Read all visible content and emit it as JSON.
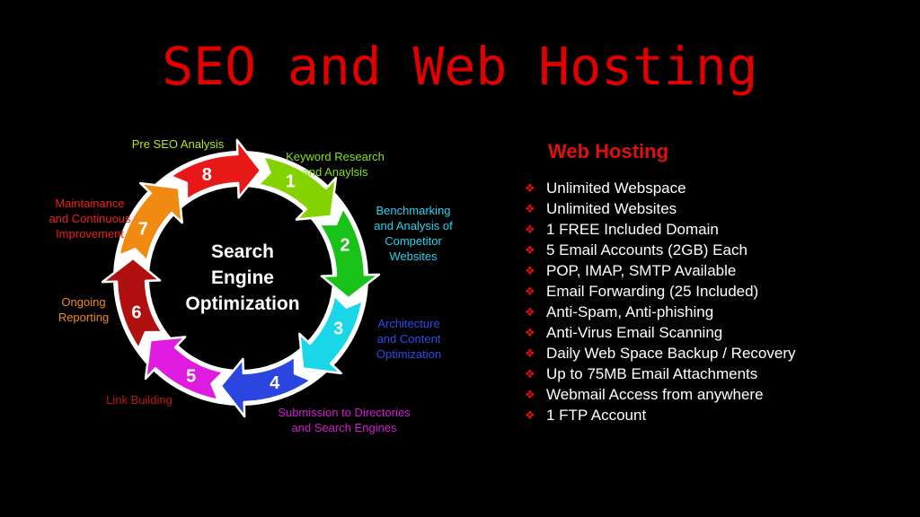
{
  "title": "SEO and Web Hosting",
  "diagram": {
    "center_text": "Search\nEngine\nOptimization",
    "stages": [
      {
        "number": "1",
        "label": "Keyword Research\nand Anaylsis",
        "color": "#84d200",
        "label_color": "#88e010"
      },
      {
        "number": "2",
        "label": "Benchmarking\nand Analysis of\nCompetitor\nWebsites",
        "color": "#18c218",
        "label_color": "#22d3ee"
      },
      {
        "number": "3",
        "label": "Architecture\nand Content\nOptimization",
        "color": "#19d6e8",
        "label_color": "#2a4de8"
      },
      {
        "number": "4",
        "label": "Submission to Directories\nand Search Engines",
        "color": "#2a45e0",
        "label_color": "#d21bd2"
      },
      {
        "number": "5",
        "label": "Link Building",
        "color": "#e01be0",
        "label_color": "#c01818"
      },
      {
        "number": "6",
        "label": "Ongoing\nReporting",
        "color": "#b01010",
        "label_color": "#f08a10"
      },
      {
        "number": "7",
        "label": "Maintainance\nand Continuous\nImprovement",
        "color": "#f08a10",
        "label_color": "#ee2020"
      },
      {
        "number": "8",
        "label": "Pre SEO Analysis",
        "color": "#e81818",
        "label_color": "#b6e816"
      }
    ]
  },
  "web_hosting": {
    "title": "Web Hosting",
    "items": [
      "Unlimited Webspace",
      "Unlimited Websites",
      "1 FREE Included Domain",
      "5 Email Accounts (2GB) Each",
      "POP, IMAP, SMTP Available",
      "Email Forwarding (25 Included)",
      "Anti-Spam, Anti-phishing",
      "Anti-Virus Email Scanning",
      "Daily Web Space Backup / Recovery",
      "Up to 75MB Email Attachments",
      "Webmail Access from anywhere",
      "1 FTP Account"
    ],
    "bullet_icon": "diamond-four-bullet-icon"
  }
}
